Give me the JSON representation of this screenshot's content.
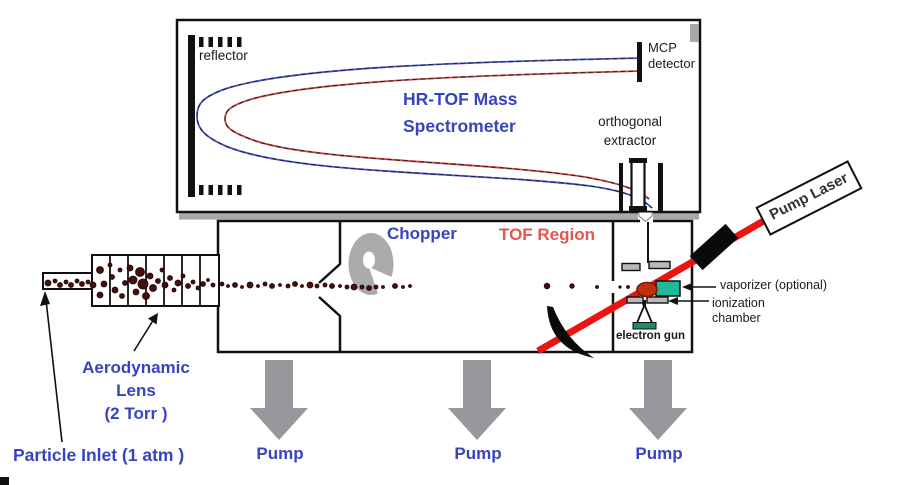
{
  "diagram": {
    "top_box": {
      "title_line1": "HR-TOF Mass",
      "title_line2": "Spectrometer",
      "reflector_label": "reflector",
      "mcp_label_line1": "MCP",
      "mcp_label_line2": "detector",
      "extractor_label_line1": "orthogonal",
      "extractor_label_line2": "extractor"
    },
    "chamber": {
      "chopper_label": "Chopper",
      "tof_region_label": "TOF Region",
      "vaporizer_label": "vaporizer (optional)",
      "ionization_label_line1": "ionization",
      "ionization_label_line2": "chamber",
      "electron_gun_label": "electron gun"
    },
    "inlet": {
      "lens_label_line1": "Aerodynamic",
      "lens_label_line2": "Lens",
      "lens_label_line3": "(2 Torr )",
      "inlet_label": "Particle Inlet (1 atm )"
    },
    "pumps": [
      "Pump",
      "Pump",
      "Pump"
    ],
    "pump_laser_label": "Pump Laser",
    "colors": {
      "label_blue": "#3744c0",
      "tof_red": "#e4564c",
      "ion_path_blue": "#4450c8",
      "ion_path_red": "#cc4040",
      "laser_red": "#ec1410",
      "vaporizer_teal": "#1fba9a",
      "plume_red": "#c03010",
      "electron_gun_green": "#1f8a68",
      "hardware_gray": "#a9a9a9",
      "particle_maroon": "#4a0d0d"
    },
    "particle_dots": [
      [
        48,
        283,
        3
      ],
      [
        55,
        281,
        2
      ],
      [
        60,
        285,
        2.5
      ],
      [
        66,
        282,
        2
      ],
      [
        71,
        285,
        2.5
      ],
      [
        77,
        281,
        2
      ],
      [
        82,
        284,
        2.5
      ],
      [
        88,
        282,
        2
      ],
      [
        93,
        285,
        3
      ],
      [
        100,
        270,
        3.5
      ],
      [
        104,
        284,
        3
      ],
      [
        100,
        295,
        3
      ],
      [
        110,
        265,
        2
      ],
      [
        112,
        277,
        2.5
      ],
      [
        115,
        290,
        3
      ],
      [
        120,
        270,
        2
      ],
      [
        125,
        283,
        2.5
      ],
      [
        122,
        296,
        2.5
      ],
      [
        130,
        268,
        3
      ],
      [
        133,
        280,
        4
      ],
      [
        136,
        292,
        3
      ],
      [
        140,
        272,
        4.5
      ],
      [
        143,
        284,
        5
      ],
      [
        146,
        296,
        3.5
      ],
      [
        150,
        276,
        3
      ],
      [
        153,
        288,
        3.5
      ],
      [
        158,
        281,
        2.5
      ],
      [
        162,
        270,
        2
      ],
      [
        165,
        285,
        3
      ],
      [
        170,
        278,
        2.5
      ],
      [
        174,
        290,
        2
      ],
      [
        178,
        283,
        3
      ],
      [
        183,
        276,
        2
      ],
      [
        188,
        286,
        2.5
      ],
      [
        193,
        282,
        2
      ],
      [
        198,
        288,
        2
      ],
      [
        203,
        284,
        2.5
      ],
      [
        208,
        280,
        1.5
      ],
      [
        213,
        285,
        2
      ],
      [
        222,
        284,
        2
      ],
      [
        228,
        286,
        1.5
      ],
      [
        235,
        285,
        2.5
      ],
      [
        242,
        287,
        1.5
      ],
      [
        250,
        285,
        3
      ],
      [
        258,
        286,
        1.5
      ],
      [
        265,
        284,
        2
      ],
      [
        272,
        286,
        2.5
      ],
      [
        280,
        285,
        1.5
      ],
      [
        288,
        286,
        2
      ],
      [
        295,
        284,
        2.5
      ],
      [
        302,
        286,
        1.5
      ],
      [
        310,
        285,
        3
      ],
      [
        317,
        286,
        2
      ],
      [
        325,
        285,
        2
      ],
      [
        332,
        286,
        2.5
      ],
      [
        340,
        286,
        1.5
      ],
      [
        347,
        287,
        2
      ],
      [
        354,
        287,
        3
      ],
      [
        362,
        287,
        2
      ],
      [
        369,
        288,
        2.5
      ],
      [
        376,
        287,
        2
      ],
      [
        383,
        287,
        1.5
      ],
      [
        395,
        286,
        2.5
      ],
      [
        403,
        287,
        1.5
      ],
      [
        410,
        286,
        1.5
      ],
      [
        547,
        286,
        2.8
      ],
      [
        572,
        286,
        2.3
      ],
      [
        597,
        287,
        1.5
      ],
      [
        620,
        287,
        1.2
      ],
      [
        628,
        287,
        1.5
      ]
    ]
  }
}
